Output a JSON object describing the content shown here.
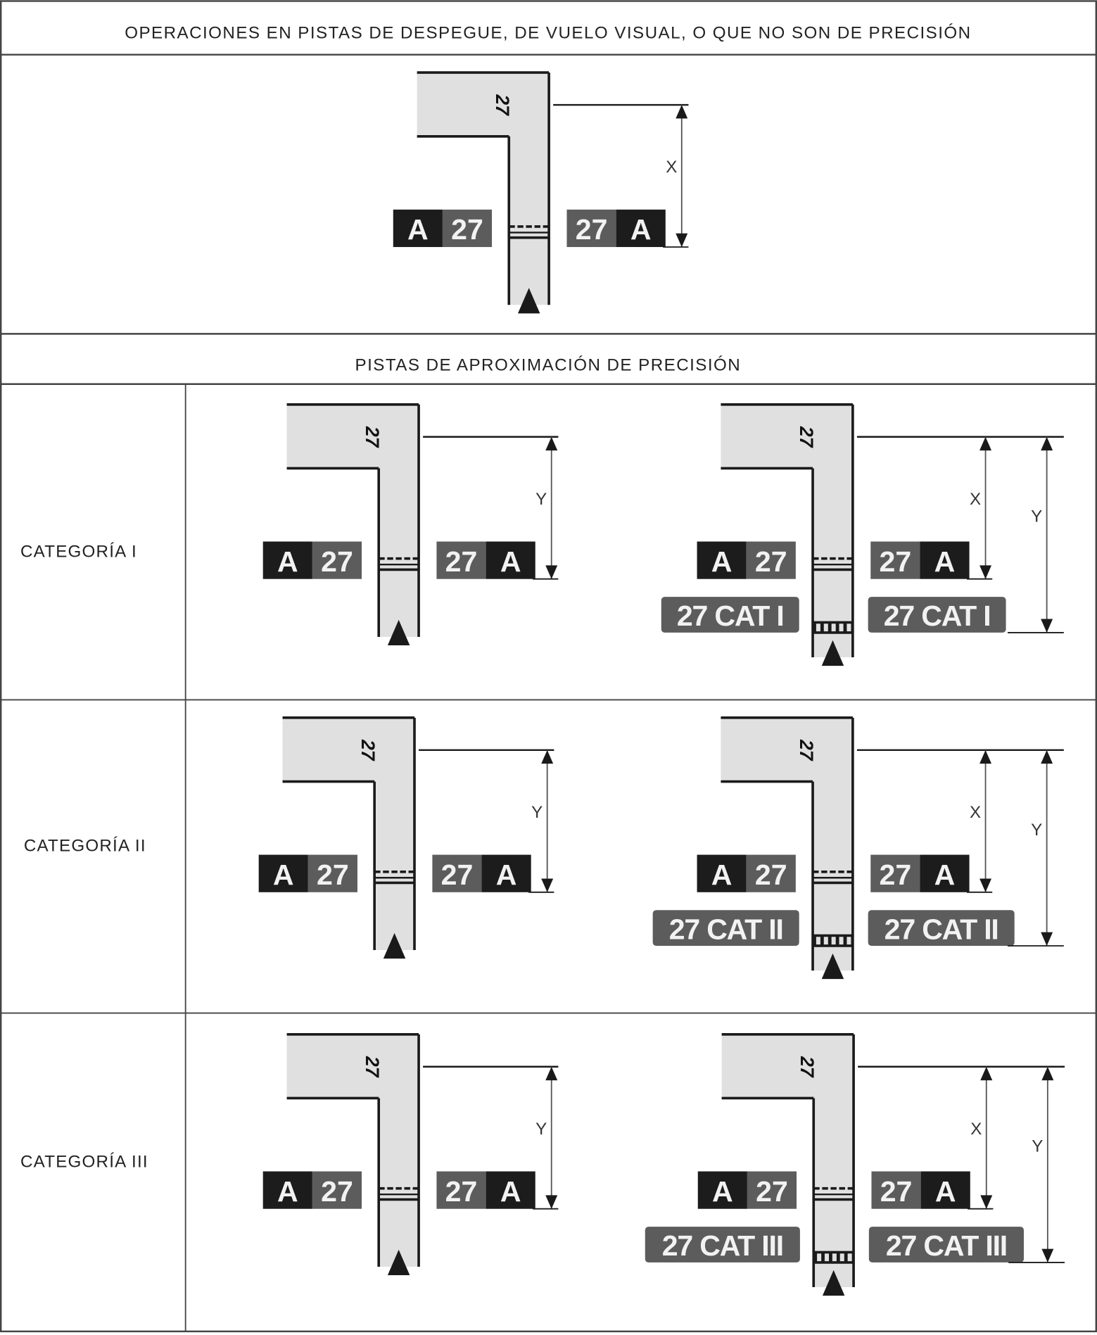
{
  "title_top": "OPERACIONES EN PISTAS  DE DESPEGUE, DE VUELO VISUAL, O QUE NO SON DE PRECISIÓN",
  "title_precision": "PISTAS DE APROXIMACIÓN DE PRECISIÓN",
  "rows": [
    {
      "label": "CATEGORÍA I"
    },
    {
      "label": "CATEGORÍA II"
    },
    {
      "label": "CATEGORÍA III"
    }
  ],
  "colors": {
    "sign_dark": "#1c1c1c",
    "sign_grey": "#5c5c5c",
    "runway": "#e0e0e0",
    "line": "#1a1a1a"
  },
  "diagrams": [
    {
      "section": "non-precision",
      "designator": "27",
      "sign_left": [
        "A",
        "27"
      ],
      "sign_right": [
        "27",
        "A"
      ],
      "dims": [
        "X"
      ]
    },
    {
      "section": "cat-i-single",
      "designator": "27",
      "sign_left": [
        "A",
        "27"
      ],
      "sign_right": [
        "27",
        "A"
      ],
      "dims": [
        "Y"
      ]
    },
    {
      "section": "cat-i-double",
      "designator": "27",
      "sign_left": [
        "A",
        "27"
      ],
      "sign_right": [
        "27",
        "A"
      ],
      "cat_sign": "27 CAT I",
      "dims": [
        "X",
        "Y"
      ]
    },
    {
      "section": "cat-ii-single",
      "designator": "27",
      "sign_left": [
        "A",
        "27"
      ],
      "sign_right": [
        "27",
        "A"
      ],
      "dims": [
        "Y"
      ]
    },
    {
      "section": "cat-ii-double",
      "designator": "27",
      "sign_left": [
        "A",
        "27"
      ],
      "sign_right": [
        "27",
        "A"
      ],
      "cat_sign": "27 CAT II",
      "dims": [
        "X",
        "Y"
      ]
    },
    {
      "section": "cat-iii-single",
      "designator": "27",
      "sign_left": [
        "A",
        "27"
      ],
      "sign_right": [
        "27",
        "A"
      ],
      "dims": [
        "Y"
      ]
    },
    {
      "section": "cat-iii-double",
      "designator": "27",
      "sign_left": [
        "A",
        "27"
      ],
      "sign_right": [
        "27",
        "A"
      ],
      "cat_sign": "27 CAT III",
      "dims": [
        "X",
        "Y"
      ]
    }
  ]
}
